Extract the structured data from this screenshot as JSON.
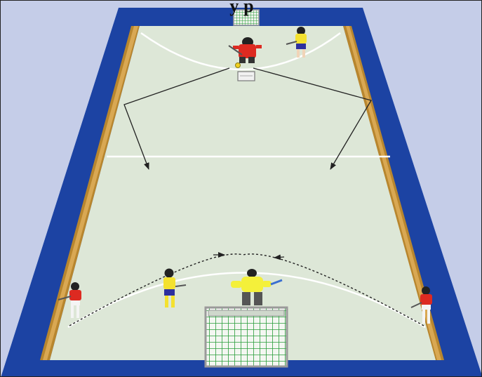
{
  "figure": {
    "title": "y                    p"
  },
  "colors": {
    "background": "#c5cde8",
    "boards_outer": "#1c43a3",
    "court_floor": "#dde7d7",
    "court_lines": "#ffffff",
    "sideboard": "#b8862e",
    "team_red": "#dd2a21",
    "team_yellow": "#f4e12f",
    "team_yellow_shorts": "#2d2f9e",
    "goalkeeper": "#f4f03a",
    "goal_net": "#2a9d3a",
    "arrow": "#222222"
  },
  "players": [
    {
      "name": "red-attacker-top",
      "team": "red"
    },
    {
      "name": "yellow-defender-top",
      "team": "yellow"
    },
    {
      "name": "yellow-defender-center",
      "team": "yellow"
    },
    {
      "name": "red-attacker-left",
      "team": "red"
    },
    {
      "name": "red-attacker-right",
      "team": "red"
    },
    {
      "name": "goalkeeper",
      "team": "yellow"
    }
  ],
  "icons": {
    "ball": "ball-icon",
    "goal_far": "goal-icon",
    "goal_near": "goal-icon",
    "arrow": "arrow-icon"
  }
}
